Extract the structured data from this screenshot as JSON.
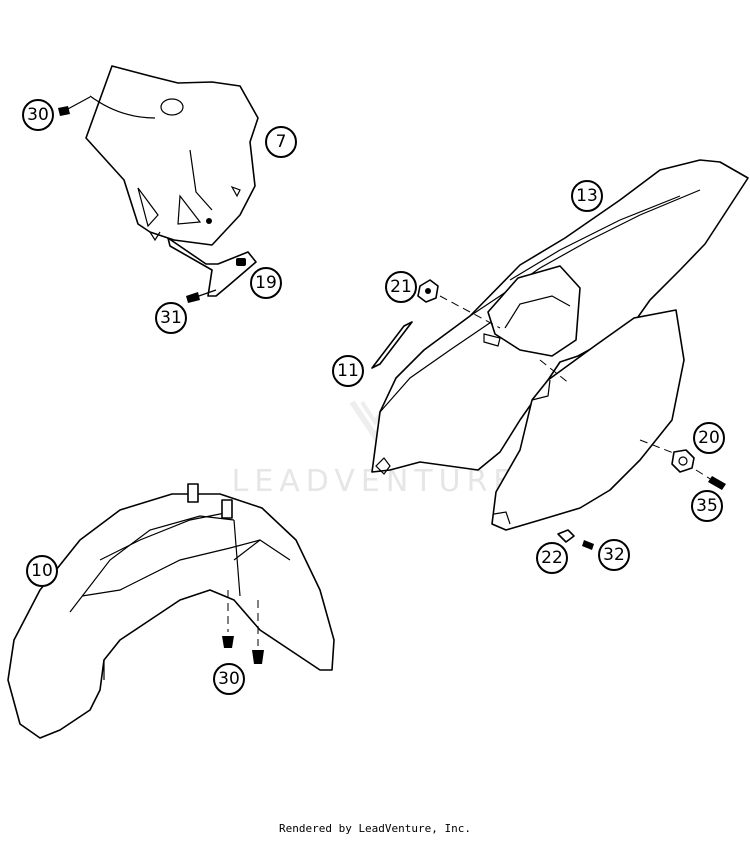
{
  "watermark": "LEADVENTURE",
  "footer": "Rendered by LeadVenture, Inc.",
  "callouts": [
    "30",
    "7",
    "19",
    "31",
    "13",
    "21",
    "11",
    "20",
    "35",
    "22",
    "32",
    "10",
    "30"
  ]
}
